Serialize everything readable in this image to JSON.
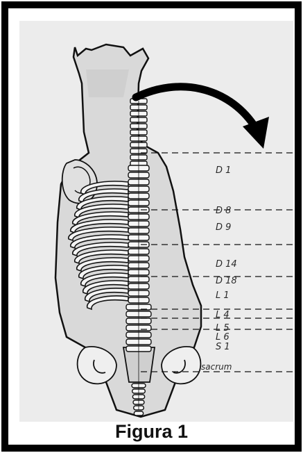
{
  "figure": {
    "caption": "Figura 1",
    "colors": {
      "frame": "#000000",
      "panel": "#ececec",
      "body": "#d9d9d9",
      "bone": "#ffffff",
      "line": "#111111"
    }
  },
  "labels": [
    {
      "id": "d1",
      "text": "D 1"
    },
    {
      "id": "d8",
      "text": "D 8"
    },
    {
      "id": "d9",
      "text": "D 9"
    },
    {
      "id": "d14",
      "text": "D 14"
    },
    {
      "id": "d18",
      "text": "D 18"
    },
    {
      "id": "l1",
      "text": "L 1"
    },
    {
      "id": "l4",
      "text": "L 4"
    },
    {
      "id": "l5",
      "text": "L 5"
    },
    {
      "id": "l6",
      "text": "L 6"
    },
    {
      "id": "s1",
      "text": "S 1"
    },
    {
      "id": "sacrum",
      "text": "sacrum"
    }
  ]
}
